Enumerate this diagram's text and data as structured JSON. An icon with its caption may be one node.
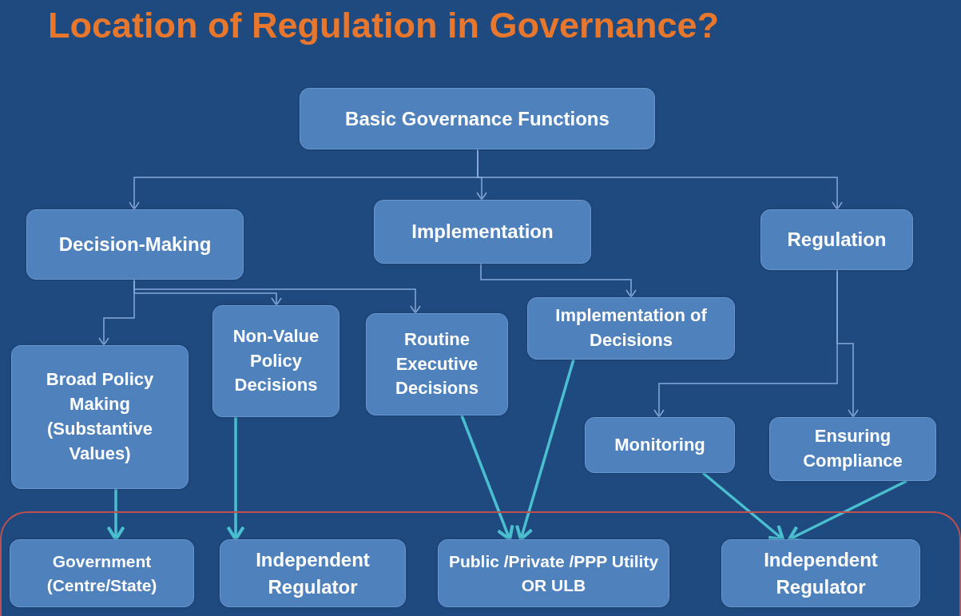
{
  "diagram": {
    "title": "Location of Regulation in Governance?",
    "nodes": [
      {
        "text": [
          "Basic Governance Functions"
        ]
      },
      {
        "text": [
          "Decision-Making"
        ]
      },
      {
        "text": [
          "Implementation"
        ]
      },
      {
        "text": [
          "Regulation"
        ]
      },
      {
        "text": [
          "Broad Policy Making (Substantive Values)"
        ]
      },
      {
        "text": [
          "Non-Value Policy Decisions"
        ]
      },
      {
        "text": [
          "Routine Executive Decisions"
        ]
      },
      {
        "text": [
          "Implementation of Decisions"
        ]
      },
      {
        "text": [
          "Monitoring"
        ]
      },
      {
        "text": [
          "Ensuring Compliance"
        ]
      },
      {
        "text": [],
        "shape": "box"
      },
      {
        "text": [
          "Government (Centre/State)"
        ],
        "in": 10
      },
      {
        "text": [
          "Independent Regulator"
        ],
        "in": 10
      },
      {
        "text": [
          "Public /Private /PPP Utility OR ULB"
        ],
        "in": 10
      },
      {
        "text": [
          "Independent Regulator"
        ],
        "in": 10
      }
    ],
    "edges": [
      {
        "from": 0,
        "to": 1,
        "arrow": "to"
      },
      {
        "from": 0,
        "to": 2,
        "arrow": "to"
      },
      {
        "from": 0,
        "to": 3,
        "arrow": "to"
      },
      {
        "from": 1,
        "to": 4,
        "arrow": "to"
      },
      {
        "from": 1,
        "to": 5,
        "arrow": "to"
      },
      {
        "from": 1,
        "to": 6,
        "arrow": "to"
      },
      {
        "from": 2,
        "to": 7,
        "arrow": "to"
      },
      {
        "from": 3,
        "to": 8,
        "arrow": "to"
      },
      {
        "from": 3,
        "to": 9,
        "arrow": "to"
      },
      {
        "from": 4,
        "to": 11,
        "arrow": "to",
        "style": "thick",
        "color": "#4bbfd0"
      },
      {
        "from": 5,
        "to": 12,
        "arrow": "to",
        "style": "thick",
        "color": "#4bbfd0"
      },
      {
        "from": 6,
        "to": 13,
        "arrow": "to",
        "style": "thick",
        "color": "#4bbfd0"
      },
      {
        "from": 7,
        "to": 13,
        "arrow": "to",
        "style": "thick",
        "color": "#4bbfd0"
      },
      {
        "from": 8,
        "to": 14,
        "arrow": "to",
        "style": "thick",
        "color": "#4bbfd0"
      },
      {
        "from": 9,
        "to": 14,
        "arrow": "to",
        "style": "thick",
        "color": "#4bbfd0"
      }
    ]
  }
}
